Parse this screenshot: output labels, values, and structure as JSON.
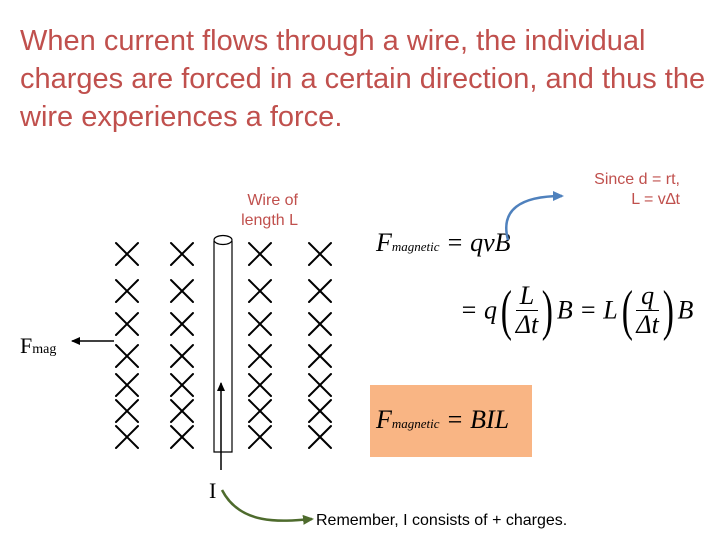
{
  "title": "When current flows through a wire, the individual charges are forced in a certain direction, and thus the wire experiences a force.",
  "wire_label": [
    "Wire of",
    "length L"
  ],
  "since_note": [
    "Since d = rt,",
    "L = v∆t"
  ],
  "force_label": {
    "main": "F",
    "sub": "mag"
  },
  "current_label": "I",
  "remember_note": "Remember, I consists of + charges.",
  "equations": {
    "eq1": {
      "lhs": "F",
      "lhs_sub": "magnetic",
      "rhs": "= qvB"
    },
    "eq2": {
      "eq": "= q",
      "num1": "L",
      "den1": "Δt",
      "mid": "B = L",
      "num2": "q",
      "den2": "Δt",
      "end": "B"
    },
    "eq3": {
      "lhs": "F",
      "lhs_sub": "magnetic",
      "rhs": "= BIL"
    }
  },
  "colors": {
    "accent_text": "#c0504d",
    "highlight_box": "#f9b584",
    "arrow_blue": "#4f81bd",
    "arrow_green": "#4e6b2d"
  },
  "icons": {
    "field": "x-into-page-icon",
    "force": "left-arrow-icon",
    "current": "up-arrow-icon"
  }
}
